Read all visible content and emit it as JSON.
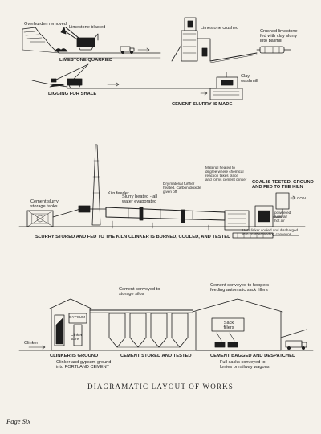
{
  "caption": "DIAGRAMATIC LAYOUT OF WORKS",
  "page_label": "Page Six",
  "quarry": {
    "overburden": "Overburden removed",
    "blasted": "Limestone blasted",
    "crushed": "Limestone crushed",
    "fed_line1": "Crushed limestone",
    "fed_line2": "fed with clay slurry",
    "fed_line3": "into ballmill",
    "quarried": "LIMESTONE QUARRIED"
  },
  "shale": {
    "digging": "DIGGING FOR SHALE",
    "clay_line1": "Clay",
    "clay_line2": "washmill",
    "slurry_made": "CEMENT SLURRY IS MADE"
  },
  "kiln": {
    "storage_line1": "Cement slurry",
    "storage_line2": "storage tanks",
    "kiln_feeder": "Kiln feeder",
    "heated_line1": "Slurry heated - all",
    "heated_line2": "water evaporated",
    "dry_line1": "Dry material further",
    "dry_line2": "heated. Carbon dioxide",
    "dry_line3": "given off",
    "chem_line1": "Material heated to",
    "chem_line2": "degree where chemical",
    "chem_line3": "reaction takes place",
    "chem_line4": "and forms cement clinker",
    "coal_line1": "COAL IS TESTED, GROUND",
    "coal_line2": "AND FED TO THE KILN",
    "coal": "COAL",
    "powder_line1": "powdered",
    "powder_line2": "fuels air",
    "powder_line3": "hot air",
    "hot_line1": "Hot clinker cooled and discharged",
    "hot_line2": "into crusher feeding conveyor",
    "slurry_stored": "SLURRY STORED AND FED TO THE KILN",
    "clinker_burned": "CLINKER IS BURNED, COOLED, AND TESTED"
  },
  "works": {
    "conveyed_silos_line1": "Cement conveyed to",
    "conveyed_silos_line2": "storage silos",
    "conveyed_hoppers_line1": "Cement conveyed to hoppers",
    "conveyed_hoppers_line2": "feeding automatic sack fillers",
    "gypsum": "GYPSUM",
    "sack_line1": "Sack",
    "sack_line2": "fillers",
    "clinker": "Clinker",
    "store_line1": "Clinker",
    "store_line2": "store",
    "ground": "CLINKER IS GROUND",
    "stored_tested": "CEMENT STORED AND TESTED",
    "bagged": "CEMENT BAGGED AND DESPATCHED",
    "gypsum_note_line1": "Clinker and gypsum ground",
    "gypsum_note_line2": "into PORTLAND CEMENT",
    "sacks_line1": "Full sacks conveyed to",
    "sacks_line2": "lorries or railway wagons"
  }
}
